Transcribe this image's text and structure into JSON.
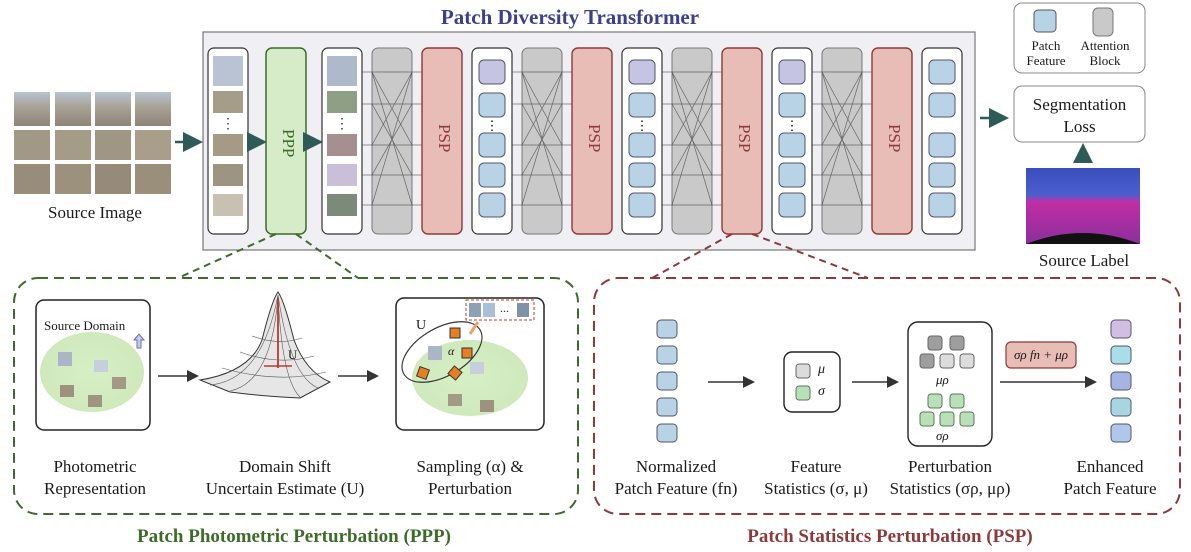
{
  "header": {
    "title": "Patch Diversity Transformer"
  },
  "left": {
    "source_image_label": "Source Image"
  },
  "modules": {
    "ppp_label": "PPP",
    "psp_label": "PSP"
  },
  "legend": {
    "patch_feature": "Patch\nFeature",
    "attention_block": "Attention\nBlock"
  },
  "loss": {
    "label_line1": "Segmentation",
    "label_line2": "Loss"
  },
  "right": {
    "source_label": "Source Label"
  },
  "ppp_panel": {
    "title": "Patch Photometric Perturbation (PPP)",
    "source_domain": "Source Domain",
    "u_symbol": "U",
    "alpha_symbol": "α",
    "dots": "...",
    "steps": [
      {
        "line1": "Photometric",
        "line2": "Representation"
      },
      {
        "line1": "Domain Shift",
        "line2": "Uncertain Estimate (U)"
      },
      {
        "line1": "Sampling (α) &",
        "line2": "Perturbation"
      }
    ]
  },
  "psp_panel": {
    "title": "Patch Statistics Perturbation (PSP)",
    "mu": "μ",
    "sigma": "σ",
    "mu_rho": "μρ",
    "sigma_rho": "σρ",
    "formula": "σρ fn + μρ",
    "steps": [
      {
        "line1": "Normalized",
        "line2": "Patch Feature (fn)"
      },
      {
        "line1": "Feature",
        "line2": "Statistics (σ, μ)"
      },
      {
        "line1": "Perturbation",
        "line2": "Statistics (σρ, μρ)"
      },
      {
        "line1": "Enhanced",
        "line2": "Patch Feature"
      }
    ]
  },
  "colors": {
    "ppp_green": "#3d6b2a",
    "psp_red": "#8c3a3a",
    "title_blue": "#3b3f8c",
    "arrow_teal": "#2e5a57",
    "psp_fill": "#e8bdb6",
    "ppp_fill": "#d6ecc9",
    "attention_gray": "#c9c9c9",
    "patch_blue": "#b8d3e6"
  }
}
